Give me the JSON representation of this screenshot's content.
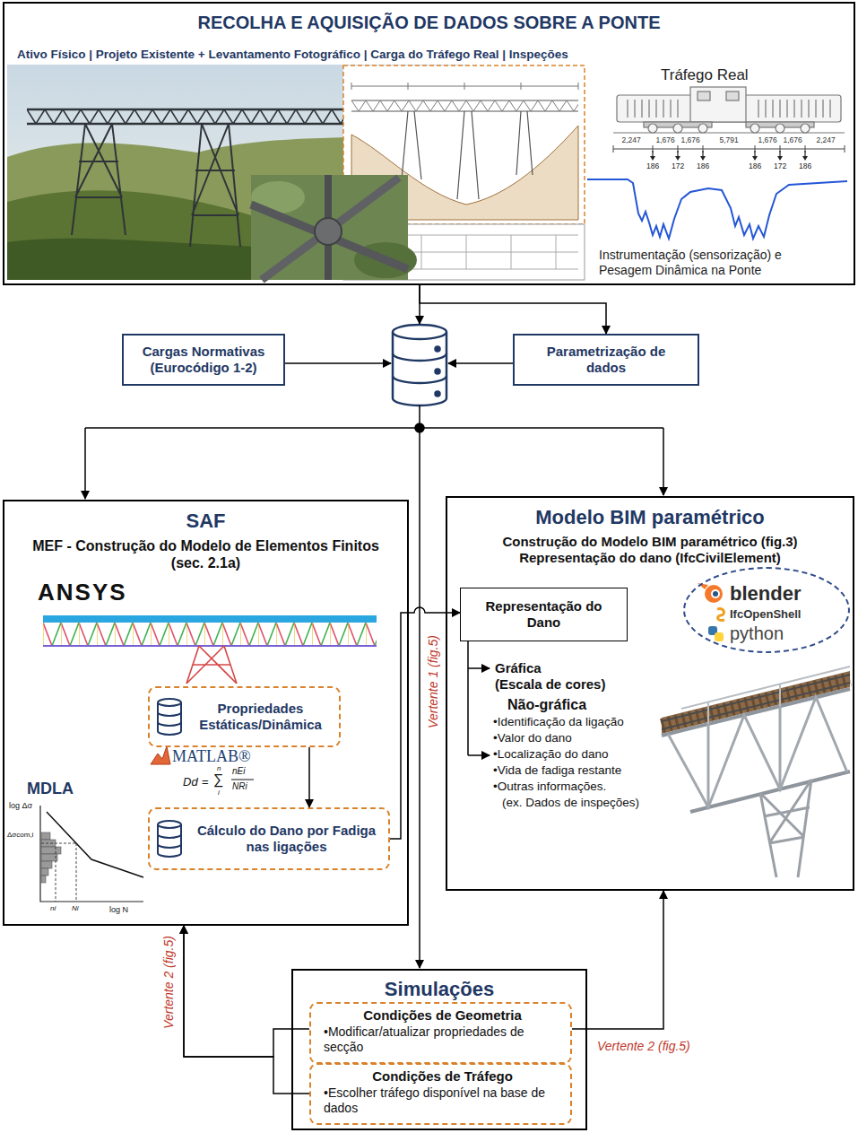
{
  "diagram": {
    "nodes": [
      {
        "text": [
          "RECOLHA E AQUISIÇÃO DE DADOS SOBRE A PONTE",
          "Ativo Físico | Projeto Existente + Levantamento Fotográfico | Carga do Tráfego Real | Inspeções"
        ]
      },
      {
        "text": [
          "Cargas Normativas (Eurocódigo 1-2)"
        ]
      },
      {
        "text": [
          "Parametrização de dados"
        ]
      },
      {
        "text": [
          "SAF",
          "MEF - Construção do Modelo de Elementos Finitos (sec. 2.1a)"
        ]
      },
      {
        "text": [
          "Propriedades Estáticas/Dinâmica"
        ],
        "in": 3
      },
      {
        "text": [
          "Cálculo do Dano por Fadiga nas ligações"
        ],
        "in": 3
      },
      {
        "text": [
          "Modelo BIM paramétrico",
          "Construção do Modelo BIM paramétrico (fig.3)",
          "Representação do dano (IfcCivilElement)"
        ]
      },
      {
        "text": [
          "Representação do Dano"
        ],
        "in": 6
      },
      {
        "text": [
          "blender",
          "IfcOpenShell",
          "python"
        ],
        "in": 6
      },
      {
        "text": [
          "Simulações"
        ]
      },
      {
        "text": [
          "Condições de Geometria",
          "•Modificar/atualizar propriedades de secção"
        ],
        "in": 9
      },
      {
        "text": [
          "Condições de Tráfego",
          "•Escolher tráfego disponível na base de dados"
        ],
        "in": 9
      }
    ],
    "edges": [
      {
        "from": 0,
        "to": 2,
        "arrow": "to"
      },
      {
        "from": 4,
        "to": 5,
        "arrow": "to"
      },
      {
        "from": 5,
        "to": 7,
        "arrow": "to",
        "label": "Vertente 1 (fig.5)"
      },
      {
        "from": 10,
        "to": 3,
        "arrow": "to",
        "label": "Vertente 2 (fig.5)"
      },
      {
        "from": 11,
        "to": 3,
        "arrow": "to"
      },
      {
        "from": 10,
        "to": 6,
        "arrow": "to",
        "label": "Vertente 2 (fig.5)"
      }
    ],
    "labels": [
      "Tráfego Real",
      "2,247",
      "1,676",
      "1,676",
      "5,791",
      "1,676",
      "1,676",
      "2,247",
      "186",
      "172",
      "186",
      "186",
      "172",
      "186",
      "Instrumentação (sensorização) e Pesagem Dinâmica na Ponte",
      "ANSYS",
      "MATLAB®",
      "MDLA",
      "Dd",
      "=",
      "n",
      "∑",
      "i",
      "nEi",
      "NRi",
      "log Δσ",
      "Δσcom,i",
      "ni",
      "Ni",
      "log N",
      "Gráfica",
      "(Escala de cores)",
      "Não-gráfica",
      "•Identificação da ligação",
      "•Valor do dano",
      "•Localização do dano",
      "•Vida de fadiga restante",
      "•Outras informações.",
      "(ex. Dados de inspeções)"
    ]
  }
}
